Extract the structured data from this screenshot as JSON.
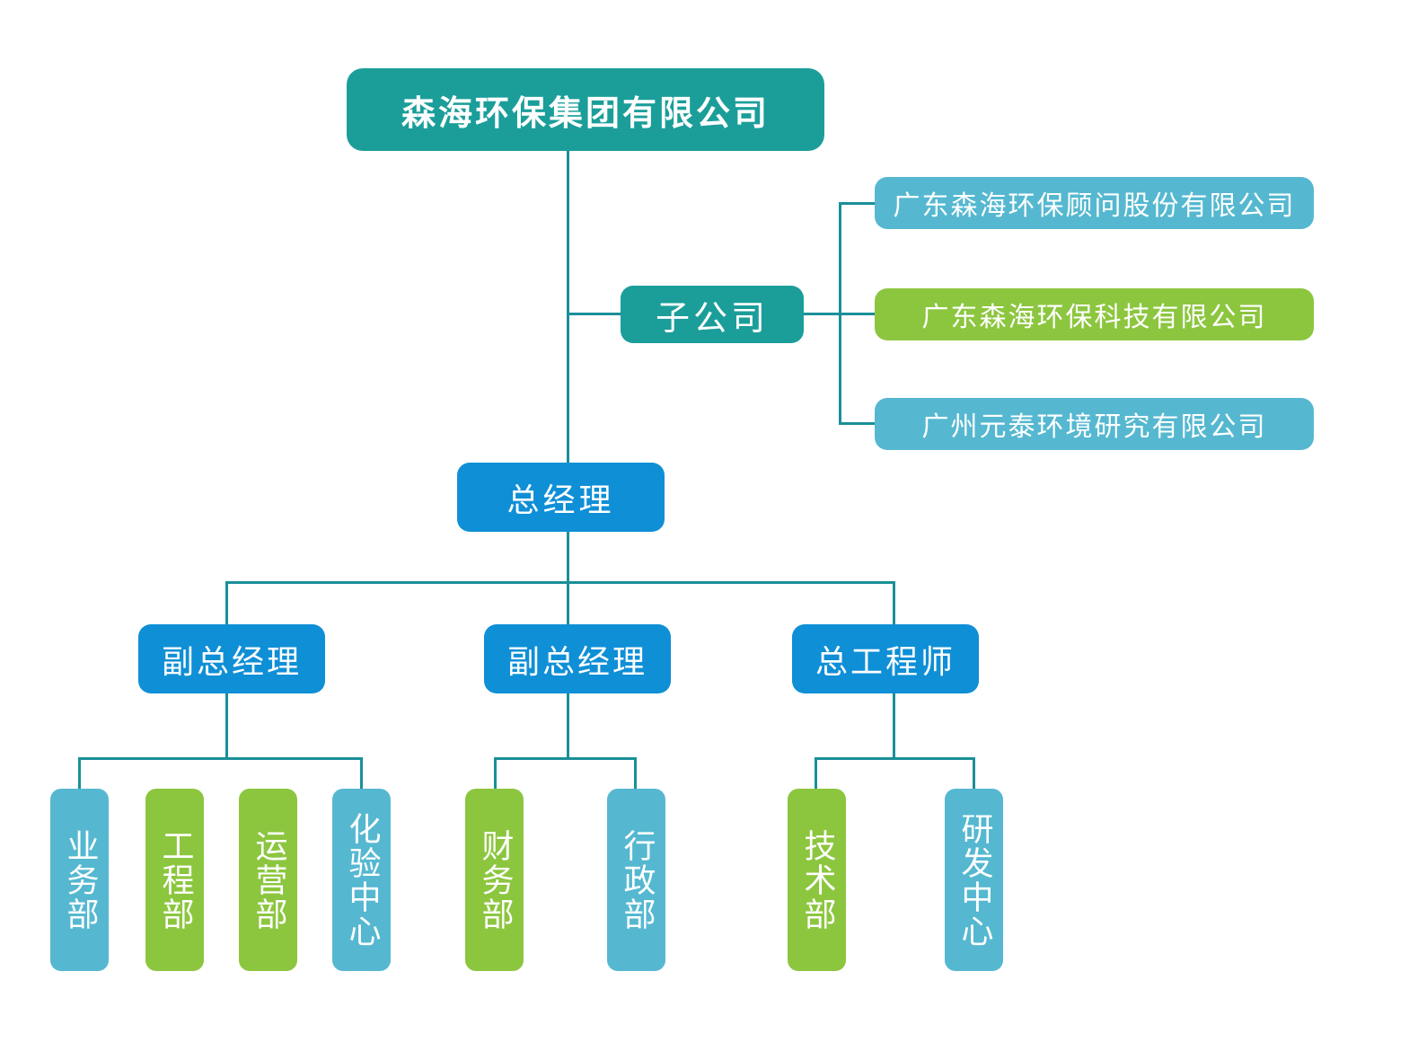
{
  "org_chart": {
    "root": "森海环保集团有限公司",
    "subsidiary_group": "子公司",
    "subsidiaries": [
      {
        "name": "广东森海环保顾问股份有限公司",
        "color": "#55b8d0"
      },
      {
        "name": "广东森海环保科技有限公司",
        "color": "#8cc63f"
      },
      {
        "name": "广州元泰环境研究有限公司",
        "color": "#55b8d0"
      }
    ],
    "general_manager": "总经理",
    "deputies": [
      {
        "title": "副总经理",
        "departments": [
          {
            "name": "业务部",
            "color": "#55b8d0"
          },
          {
            "name": "工程部",
            "color": "#8cc63f"
          },
          {
            "name": "运营部",
            "color": "#8cc63f"
          },
          {
            "name": "化验中心",
            "color": "#55b8d0"
          }
        ]
      },
      {
        "title": "副总经理",
        "departments": [
          {
            "name": "财务部",
            "color": "#8cc63f"
          },
          {
            "name": "行政部",
            "color": "#55b8d0"
          }
        ]
      },
      {
        "title": "总工程师",
        "departments": [
          {
            "name": "技术部",
            "color": "#8cc63f"
          },
          {
            "name": "研发中心",
            "color": "#55b8d0"
          }
        ]
      }
    ],
    "colors": {
      "top_level": "#1b9e9a",
      "management": "#0f8fd6",
      "connector": "#1a8f98"
    }
  }
}
